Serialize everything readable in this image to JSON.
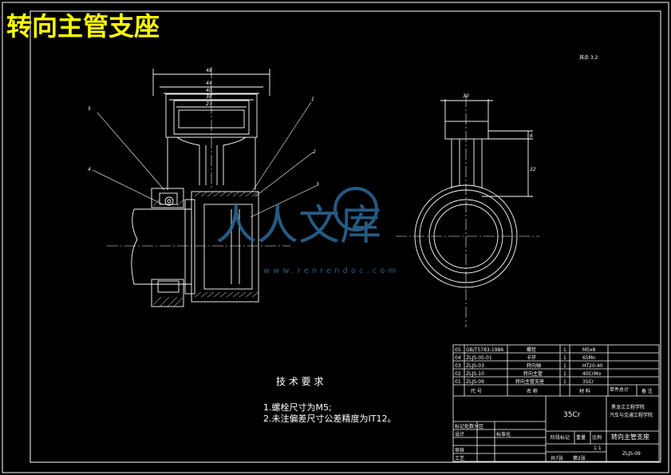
{
  "title": "转向主管支座",
  "scale_note": "其余 3.2",
  "watermark": {
    "logo_text": "人人文库",
    "url": "www.renrendoc.com"
  },
  "tech_req": {
    "heading": "技 术 要 求",
    "items": [
      "1.螺栓尺寸为M5;",
      "2.未注偏差尺寸公差精度为IT12。"
    ]
  },
  "balloons": [
    "5",
    "4",
    "1",
    "2",
    "3"
  ],
  "dimensions": {
    "front_top": [
      "48",
      "44",
      "40",
      "36",
      "27"
    ],
    "side_top": "30",
    "side_right_small": "6",
    "side_right_large": "32"
  },
  "bom": {
    "rows": [
      [
        "05",
        "GB/T5783-1986",
        "螺栓",
        "1",
        "M5x8"
      ],
      [
        "04",
        "ZLJS-05-01",
        "卡环",
        "1",
        "65Mn"
      ],
      [
        "03",
        "ZLJS-03",
        "转向轴",
        "1",
        "HT20-40"
      ],
      [
        "02",
        "ZLJS-10",
        "转向主管",
        "1",
        "40CrMo"
      ],
      [
        "01",
        "ZLJS-09",
        "转向主管支座",
        "1",
        "35Cr"
      ]
    ],
    "header": [
      "代 号",
      "名 称",
      "",
      "材 料",
      "单件总计",
      "备 注"
    ]
  },
  "title_block": {
    "material": "35Cr",
    "school": "黑龙江工程学院",
    "dept": "汽车与交通工程学院",
    "drawing_name": "转向主管支座",
    "drawing_no": "ZLJS-09",
    "labels": {
      "mark": "标记处数分区",
      "design": "设计",
      "standard": "标准化",
      "audit": "审核",
      "process": "工艺",
      "stage": "阶段标记",
      "weight": "重量",
      "ratio": "比例",
      "ratio_val": "1:1",
      "sheets": "共7张",
      "sheet": "第2张"
    }
  }
}
